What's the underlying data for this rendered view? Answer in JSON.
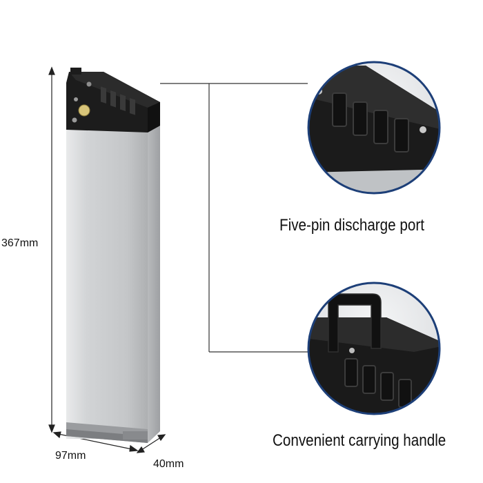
{
  "dimensions": {
    "height": "367mm",
    "width": "97mm",
    "depth": "40mm"
  },
  "callouts": [
    {
      "label": "Five-pin discharge port"
    },
    {
      "label": "Convenient carrying handle"
    }
  ],
  "colors": {
    "battery_silver": "#c9cbcd",
    "casing_black": "#1a1a1a",
    "line": "#333333"
  }
}
